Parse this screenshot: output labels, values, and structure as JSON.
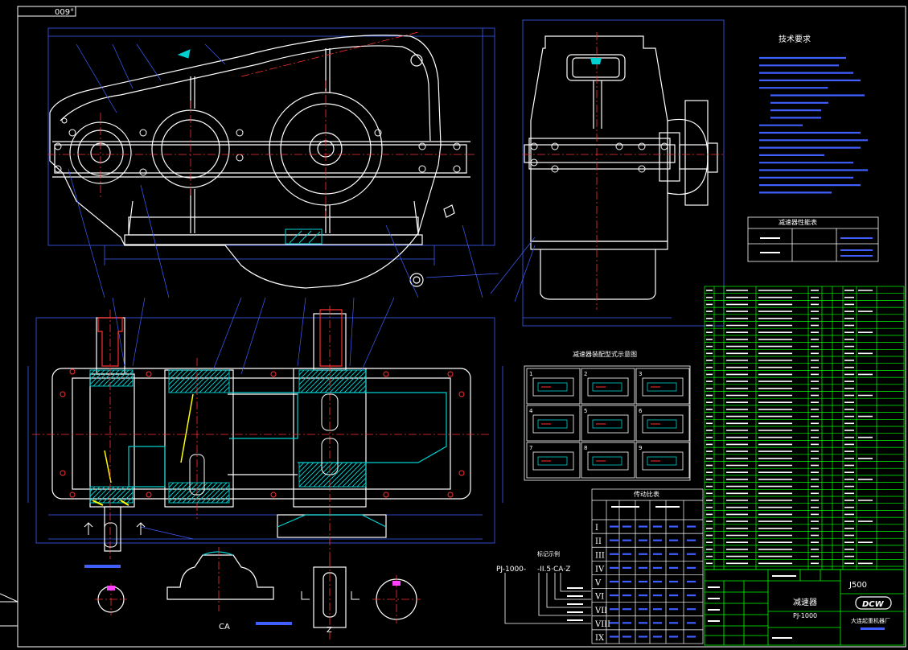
{
  "drawing": {
    "corner_dim": "009°",
    "bottom_label_ca": "CA",
    "bottom_label_z": "Z",
    "model_code": "PJ-1000-",
    "model_suffix": "-II.5·CA·Z",
    "model_note": "标记示例",
    "tech_title": "技术要求",
    "gear_table_title": "传动比表",
    "mount_table_title": "减速器装配型式示意图",
    "perf_table_title": "减速器性能表",
    "weight": "J500",
    "product_name": "减速器",
    "product_code": "PJ-1000",
    "logo": "DCW",
    "company": "大连起重机器厂",
    "roman_rows": [
      "I",
      "II",
      "III",
      "IV",
      "V",
      "VI",
      "VII",
      "VIII",
      "IX"
    ],
    "mount_numbers": [
      "1",
      "2",
      "3",
      "4",
      "5",
      "6",
      "7",
      "8",
      "9"
    ]
  },
  "colors": {
    "background": "#000000",
    "outline": "#ffffff",
    "hidden": "#3f5fff",
    "center": "#ff3030",
    "dimension": "#3f5fff",
    "section": "#00d0d0",
    "table": "#00ff00",
    "accent_yellow": "#ffff00",
    "accent_magenta": "#ff40ff"
  }
}
